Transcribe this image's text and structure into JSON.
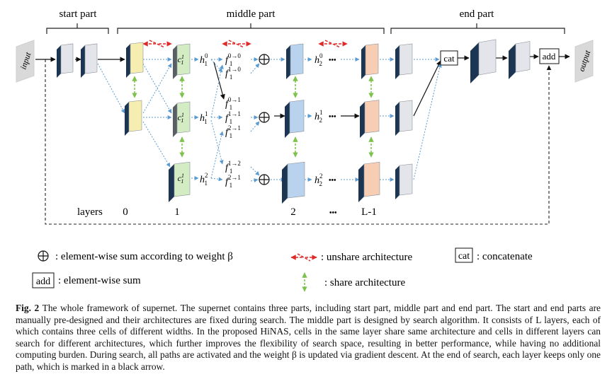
{
  "parts": {
    "start": "start part",
    "middle": "middle part",
    "end": "end part"
  },
  "io": {
    "input": "input",
    "output": "output"
  },
  "layers": {
    "label": "layers",
    "l0": "0",
    "l1": "1",
    "l2": "2",
    "dots": "•••",
    "lL": "L-1"
  },
  "cells": {
    "c0": "c",
    "c1": "c",
    "c2": "c"
  },
  "h": {
    "h10": {
      "base": "h",
      "sub": "1",
      "sup": "0"
    },
    "h11": {
      "base": "h",
      "sub": "1",
      "sup": "1"
    },
    "h12": {
      "base": "h",
      "sub": "1",
      "sup": "2"
    },
    "h20": {
      "base": "h",
      "sub": "2",
      "sup": "0"
    },
    "h21": {
      "base": "h",
      "sub": "2",
      "sup": "1"
    },
    "h22": {
      "base": "h",
      "sub": "2",
      "sup": "2"
    }
  },
  "f": {
    "f00": {
      "base": "f",
      "sub": "1",
      "sup": "0→0"
    },
    "f10": {
      "base": "f",
      "sub": "1",
      "sup": "1→0"
    },
    "f01": {
      "base": "f",
      "sub": "1",
      "sup": "0→1"
    },
    "f11": {
      "base": "f",
      "sub": "1",
      "sup": "1→1"
    },
    "f21": {
      "base": "f",
      "sub": "1",
      "sup": "2→1"
    },
    "f12": {
      "base": "f",
      "sub": "1",
      "sup": "1→2"
    },
    "f22": {
      "base": "f",
      "sub": "1",
      "sup": "2→1"
    }
  },
  "dots_row": "•••",
  "ops": {
    "cat": "cat",
    "add": "add"
  },
  "legend": {
    "sum": ": element-wise sum according to weight β",
    "unshare": ": unshare architecture",
    "cat_desc": ": concatenate",
    "add_desc": ": element-wise sum",
    "share": ": share architecture"
  },
  "caption": {
    "label": "Fig. 2",
    "text": "The whole framework of supernet. The supernet contains three parts, including start part, middle part and end part. The start and end parts are manually pre-designed and their architectures are fixed during search. The middle part is designed by search algorithm. It consists of L layers, each of which contains three cells of different widths. In the proposed HiNAS, cells in the same layer share same architecture and cells in different layers can search for different architectures, which further improves the flexibility of search space, resulting in better performance, while having no additional computing burden. During search, all paths are activated and the weight β is updated via gradient descent. At the end of search, each layer keeps only one path, which is marked in a black arrow."
  },
  "colors": {
    "yellow": "#f5eeb0",
    "green": "#d4ecc4",
    "blue": "#b9d3ee",
    "orange": "#f7cdb3",
    "gray": "#e3e5ea",
    "dark": "#1b3552",
    "gray_dark": "#5a5f66",
    "red": "#e02828",
    "green_arrow": "#7dc24b",
    "dotted": "#6da8d4"
  }
}
